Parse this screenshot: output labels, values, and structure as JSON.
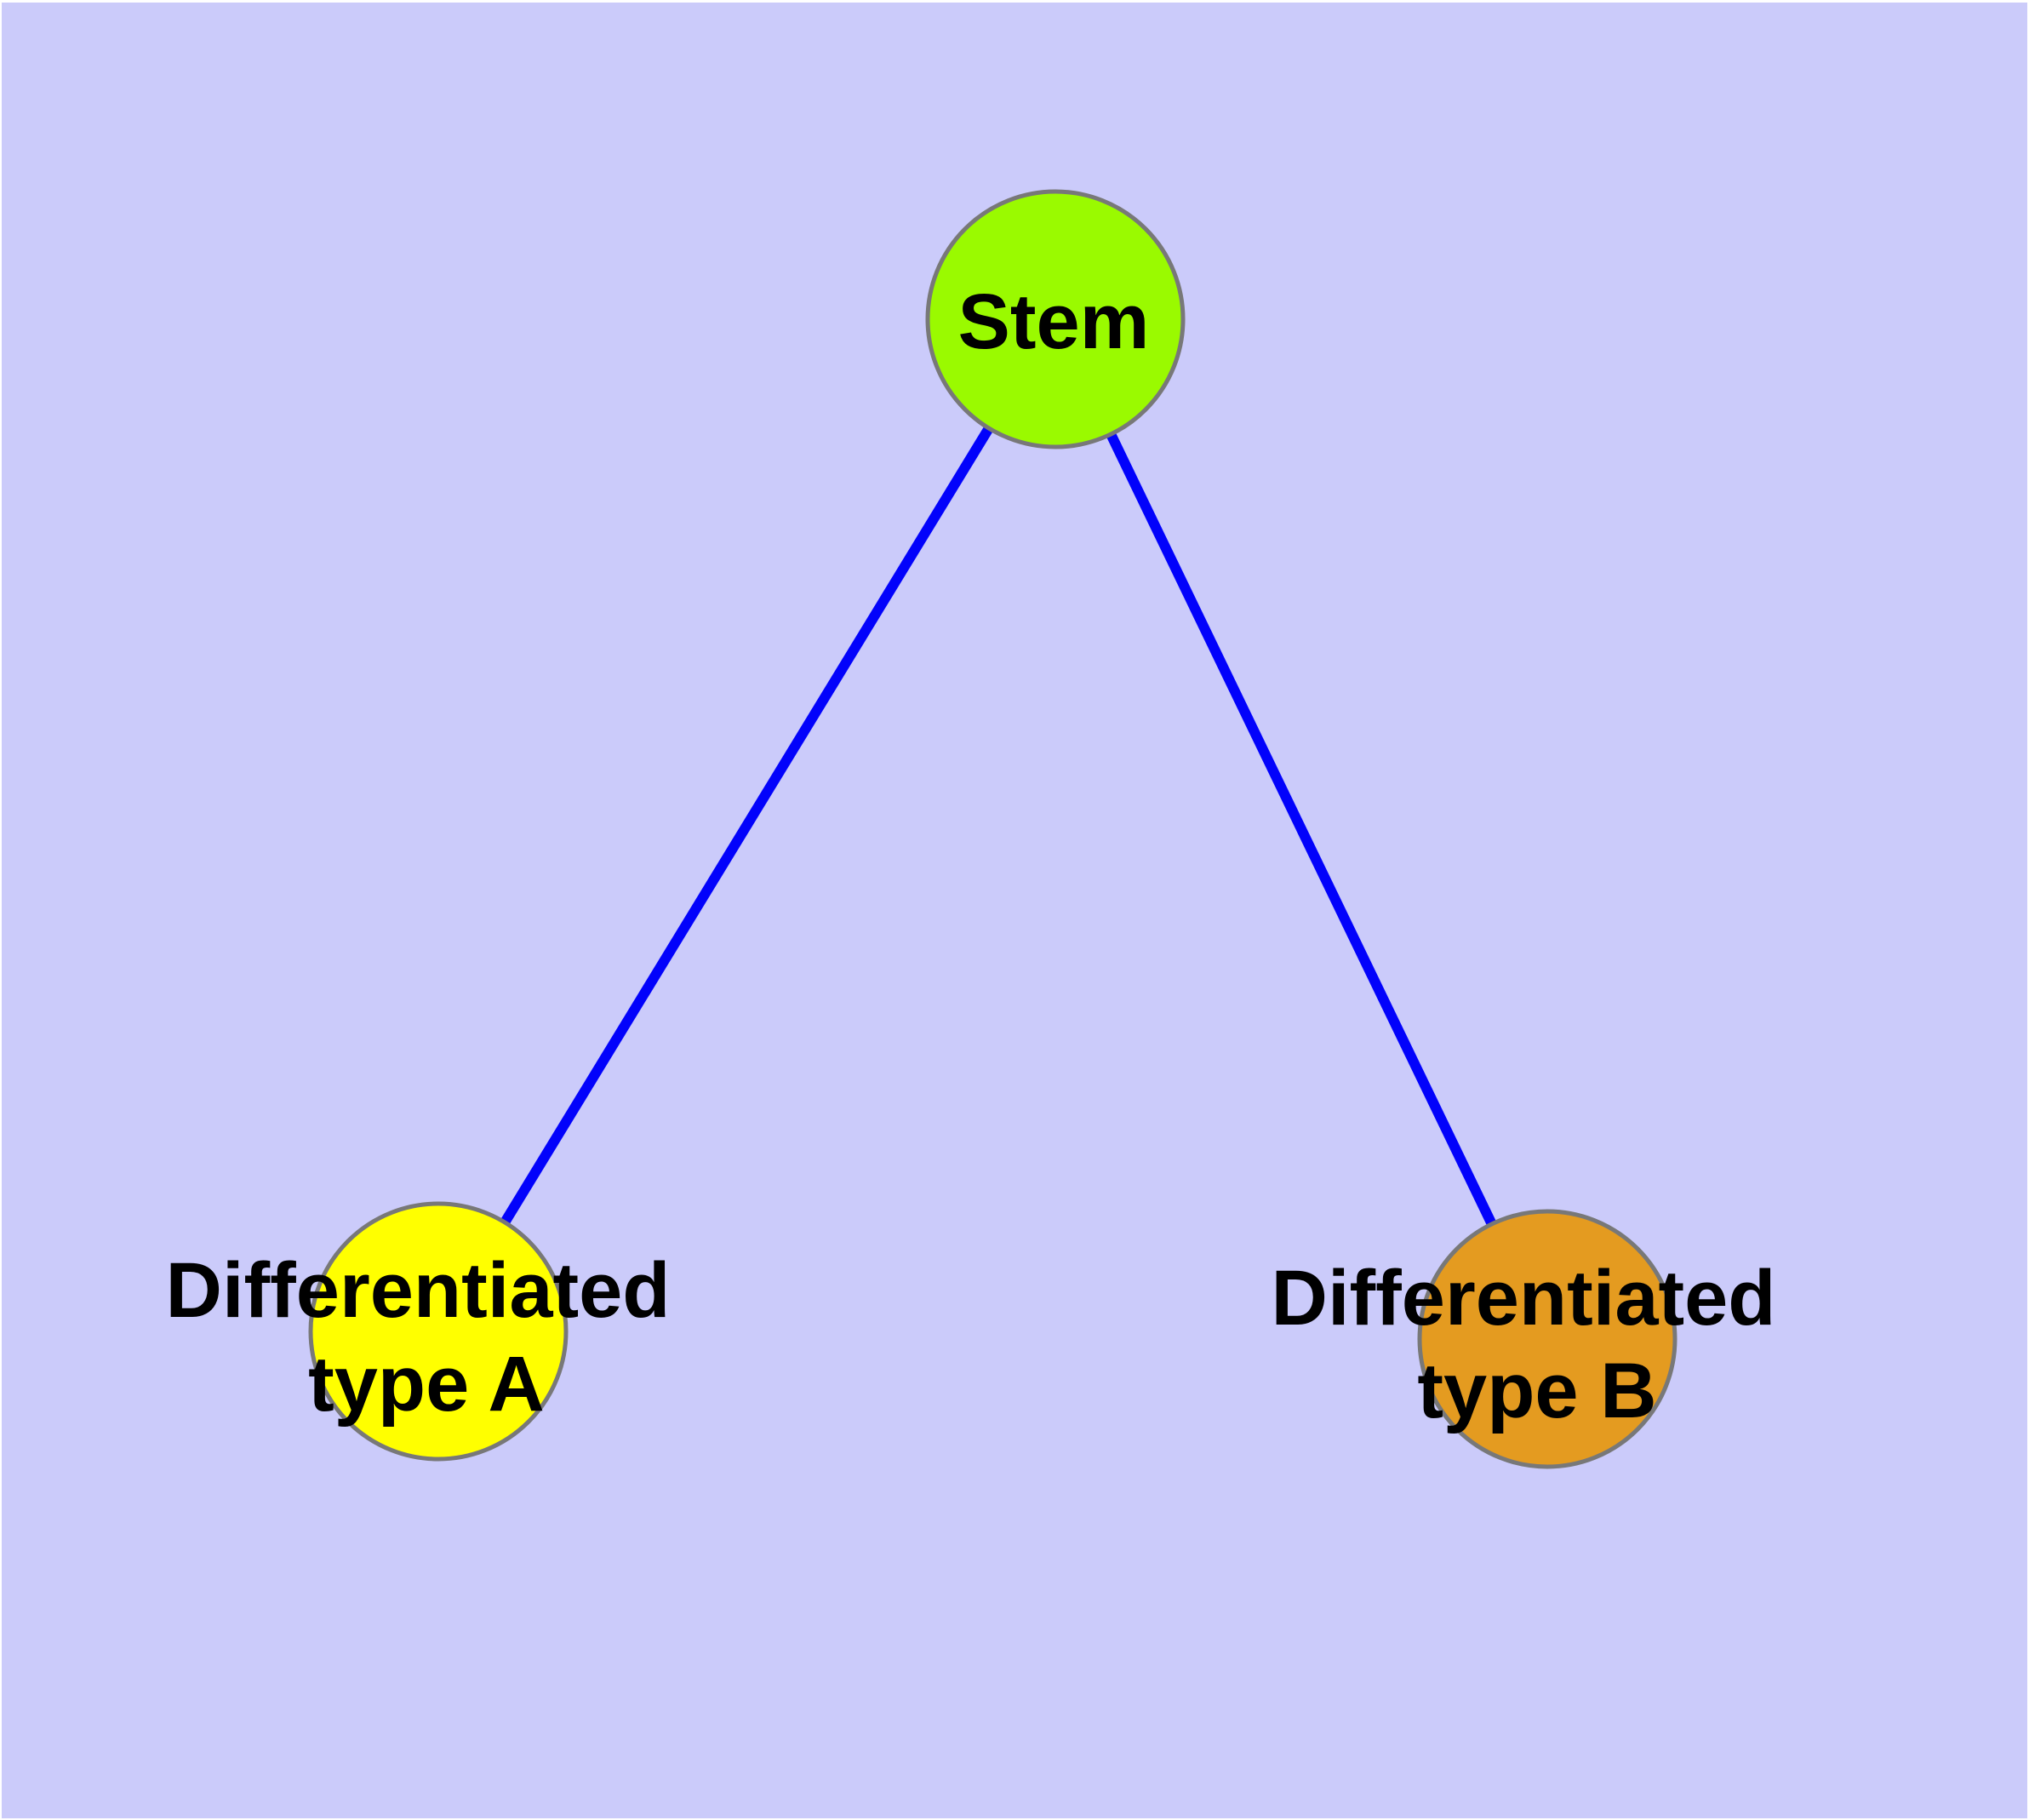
{
  "diagram": {
    "type": "graph",
    "background_color": "#CBCBFA",
    "page_margin_color": "#FFFFFF",
    "edge_color": "#0202FB",
    "node_border_color": "#787878",
    "label_color": "#000000",
    "nodes": [
      {
        "id": "stem",
        "label": "Stem",
        "color": "#9AFA00"
      },
      {
        "id": "differentiated-type-a",
        "label": "Differentiated type A",
        "label_line1": "Differentiated",
        "label_line2": "type A",
        "color": "#FFFF00"
      },
      {
        "id": "differentiated-type-b",
        "label": "Differentiated type B",
        "label_line1": "Differentiated",
        "label_line2": "type B",
        "color": "#E49B20"
      }
    ],
    "edges": [
      {
        "from": "stem",
        "to": "differentiated-type-a"
      },
      {
        "from": "stem",
        "to": "differentiated-type-b"
      }
    ]
  }
}
